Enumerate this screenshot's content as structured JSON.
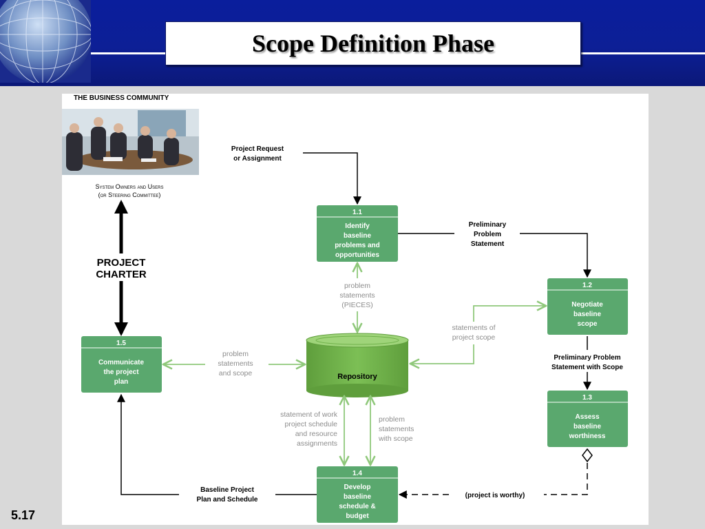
{
  "slide": {
    "title": "Scope Definition Phase",
    "number": "5.17"
  },
  "colors": {
    "header_blue": "#0d1f96",
    "process_green": "#5aa86e",
    "repository_green": "#6fb04a",
    "flow_arrow_green": "#8fc87a",
    "flow_label_gray": "#8c8c8c"
  },
  "diagram": {
    "community_heading": "THE BUSINESS COMMUNITY",
    "owners_label_line1": "System Owners and Users",
    "owners_label_line2": "(or Steering Committee)",
    "charter_label_line1": "PROJECT",
    "charter_label_line2": "CHARTER",
    "processes": [
      {
        "id": "1.1",
        "lines": [
          "Identify",
          "baseline",
          "problems and",
          "opportunities"
        ]
      },
      {
        "id": "1.2",
        "lines": [
          "Negotiate",
          "baseline",
          "scope"
        ]
      },
      {
        "id": "1.3",
        "lines": [
          "Assess",
          "baseline",
          "worthiness"
        ]
      },
      {
        "id": "1.4",
        "lines": [
          "Develop",
          "baseline",
          "schedule &",
          "budget"
        ]
      },
      {
        "id": "1.5",
        "lines": [
          "Communicate",
          "the project",
          "plan"
        ]
      }
    ],
    "repository_label": "Repository",
    "flows": {
      "project_request": [
        "Project Request",
        "or Assignment"
      ],
      "preliminary_problem": [
        "Preliminary",
        "Problem",
        "Statement"
      ],
      "preliminary_with_scope": [
        "Preliminary Problem",
        "Statement with Scope"
      ],
      "project_worthy": "(project is worthy)",
      "baseline_plan": [
        "Baseline Project",
        "Plan and Schedule"
      ],
      "problem_statements_pieces": [
        "problem",
        "statements",
        "(PIECES)"
      ],
      "statements_of_scope": [
        "statements of",
        "project scope"
      ],
      "problem_statements_scope": [
        "problem",
        "statements",
        "and scope"
      ],
      "statement_of_work": [
        "statement of work",
        "project schedule",
        "and resource",
        "assignments"
      ],
      "problem_statements_with_scope": [
        "problem",
        "statements",
        "with scope"
      ]
    }
  }
}
